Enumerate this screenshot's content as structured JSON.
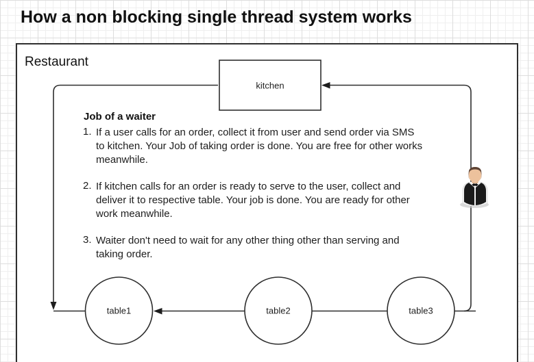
{
  "title": "How a non blocking single thread system works",
  "diagram": {
    "container_label": "Restaurant",
    "kitchen_label": "kitchen",
    "tables": {
      "t1": "table1",
      "t2": "table2",
      "t3": "table3"
    },
    "notes": {
      "heading": "Job of a waiter",
      "items": [
        {
          "number": "1.",
          "lines": [
            "If a user calls for an order, collect it from user and send order via SMS",
            "to kitchen. Your Job of taking order is done. You are free for other works",
            "meanwhile."
          ]
        },
        {
          "number": "2.",
          "lines": [
            "If kitchen calls for an order is ready to serve to the user, collect and",
            "deliver it to respective table. Your job is done. You are ready for other",
            "work meanwhile."
          ]
        },
        {
          "number": "3.",
          "lines": [
            "Waiter don't need to wait for any other thing other than serving and",
            "taking order."
          ]
        }
      ]
    },
    "icons": {
      "waiter": "waiter-avatar"
    },
    "colors": {
      "line": "#2d2d2d",
      "node_fill": "#ffffff",
      "background": "#ffffff",
      "grid_minor": "#efefef",
      "grid_major": "#dddddd",
      "waiter_skin": "#ecc19c",
      "waiter_vest": "#1b1b1b"
    }
  }
}
